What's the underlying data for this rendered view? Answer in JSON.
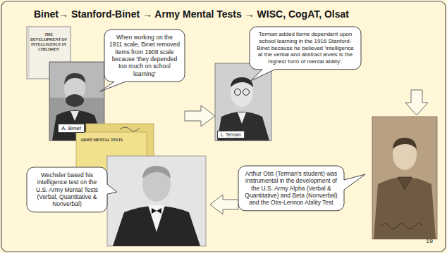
{
  "diagram": {
    "title": "Binet→ Stanford-Binet → Army Mental Tests → WISC, CogAT, Olsat",
    "nodes": [
      {
        "text": [
          "When working on the 1911 scale, Binet removed items from 1908 scale because 'they depended too much on school learning'"
        ]
      },
      {
        "text": [
          "A. Binet"
        ]
      },
      {
        "text": [
          "Terman added items dependent upon school learning in the 1916 Stanford-Binet because he believed 'intelligence at the verbal and abstract levels is the highest form of mental ability'."
        ]
      },
      {
        "text": [
          "L. Terman"
        ]
      },
      {
        "text": [
          "Arthur Otis (Terman's student) was instrumental in the development of the U.S. Army Alpha (Verbal & Quantitative) and Beta (Nonverbal) and the Otis-Lennon Ability Test"
        ]
      },
      {
        "text": [
          "Wechsler based his intelligence test on the U.S. Army Mental Tests (Verbal, Quantitative & Nonverbal)"
        ]
      }
    ],
    "labels": [
      "THE DEVELOPMENT OF INTELLIGENCE IN CHILDREN",
      "ARMY MENTAL TESTS",
      "19"
    ]
  }
}
